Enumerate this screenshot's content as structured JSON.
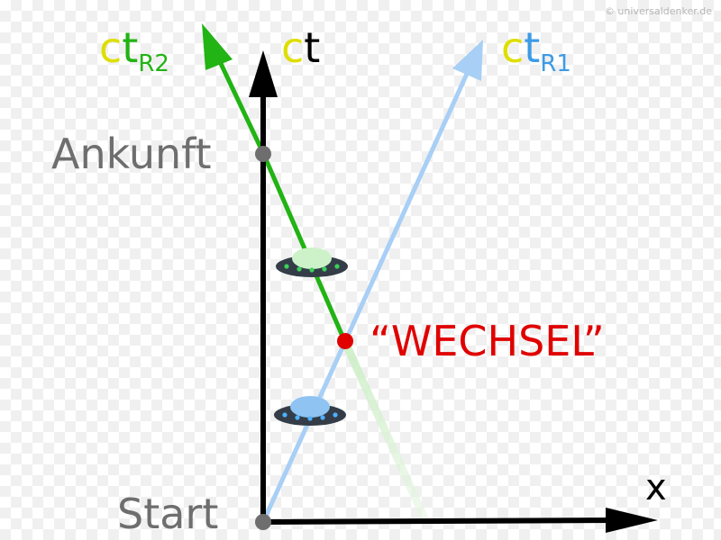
{
  "copyright": "© universaldenker.de",
  "labels": {
    "ct_r2": {
      "c": "c",
      "t": "t",
      "sub": "R2"
    },
    "ct": {
      "c": "c",
      "t": "t"
    },
    "ct_r1": {
      "c": "c",
      "t": "t",
      "sub": "R1"
    },
    "ankunft": "Ankunft",
    "start": "Start",
    "x": "x",
    "wechsel": "“WECHSEL”"
  },
  "colors": {
    "axis": "#000000",
    "worldline_r2": "#22b314",
    "worldline_r1": "#a8cff5",
    "event_points": "#6e6e6e",
    "switch_point": "#e00000",
    "ship_body": "#333c47",
    "ship_dome_r2": "#cdf2c9",
    "ship_dome_r1": "#8ec3f2"
  },
  "icons": [
    "ufo-green-icon",
    "ufo-blue-icon"
  ]
}
